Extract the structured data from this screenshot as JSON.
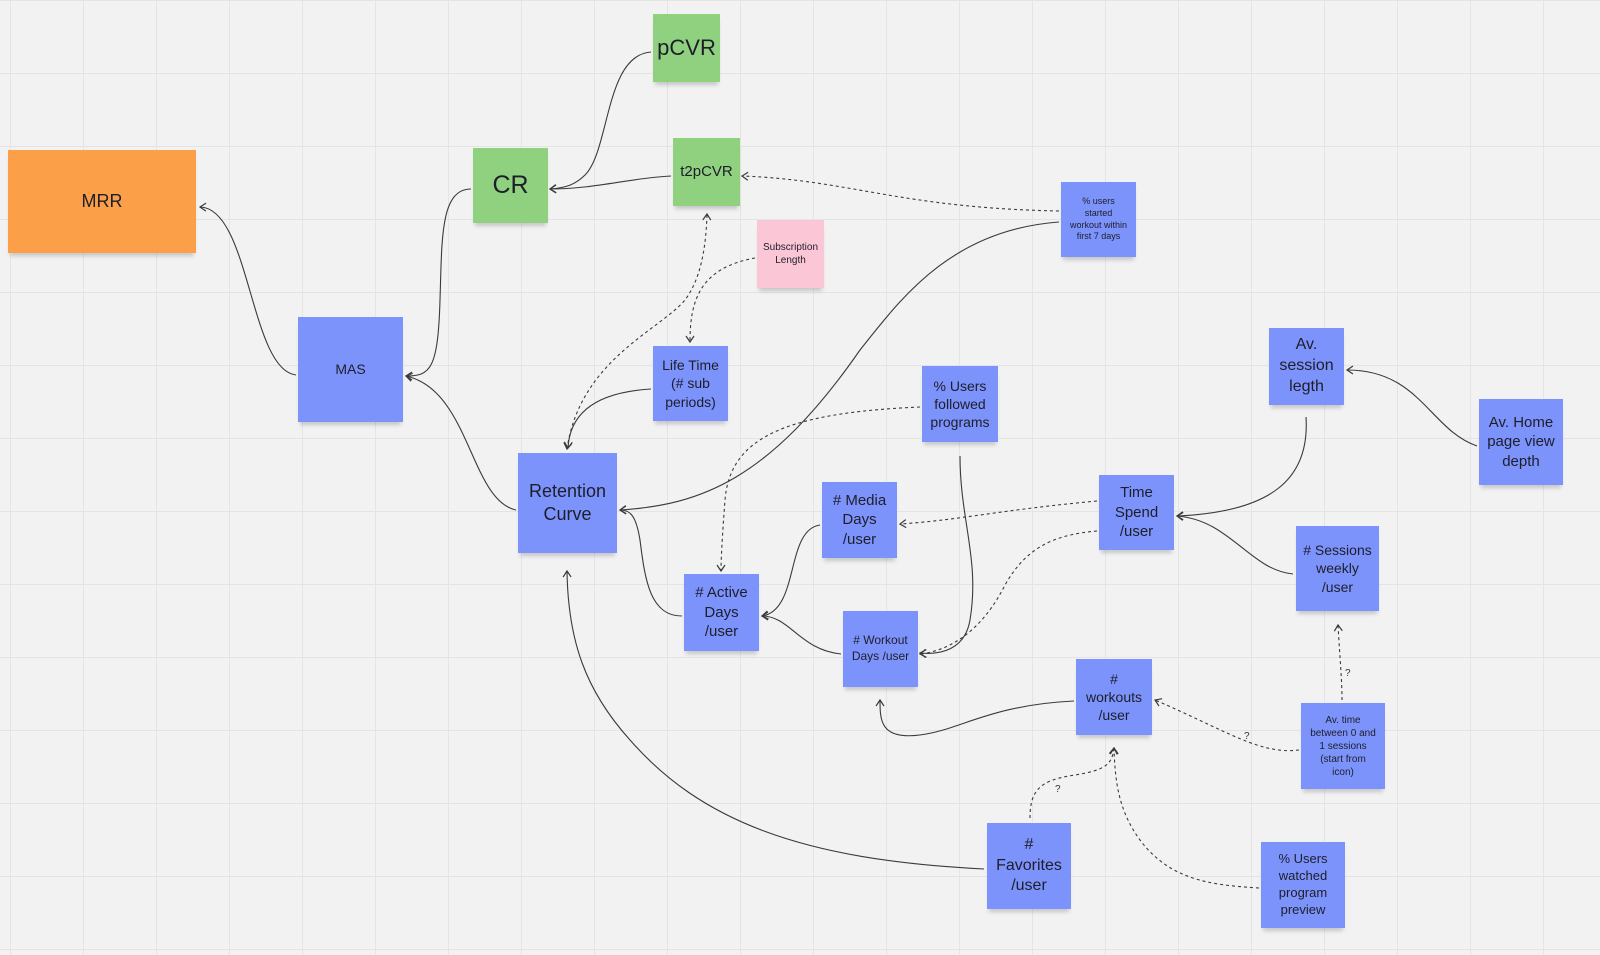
{
  "colors": {
    "orange": "#fb9f48",
    "green": "#8fd17e",
    "blue": "#7c93fb",
    "pink": "#fbc6d6",
    "line": "#3a3a3a"
  },
  "nodes": {
    "mrr": {
      "label": "MRR",
      "color": "orange"
    },
    "cr": {
      "label": "CR",
      "color": "green"
    },
    "pcvr": {
      "label": "pCVR",
      "color": "green"
    },
    "t2pcvr": {
      "label": "t2pCVR",
      "color": "green"
    },
    "subscription_length": {
      "label": "Subscription\nLength",
      "color": "pink"
    },
    "users_started_workout": {
      "label": "% users\nstarted\nworkout within\nfirst 7 days",
      "color": "blue"
    },
    "mas": {
      "label": "MAS",
      "color": "blue"
    },
    "life_time": {
      "label": "Life Time\n(# sub\nperiods)",
      "color": "blue"
    },
    "retention_curve": {
      "label": "Retention\nCurve",
      "color": "blue"
    },
    "users_followed_programs": {
      "label": "%  Users\nfollowed\nprograms",
      "color": "blue"
    },
    "av_session_length": {
      "label": "Av.\nsession\nlegth",
      "color": "blue"
    },
    "av_home_page_view_depth": {
      "label": "Av. Home\npage view\ndepth",
      "color": "blue"
    },
    "media_days": {
      "label": "# Media\nDays\n/user",
      "color": "blue"
    },
    "time_spend": {
      "label": "Time\nSpend\n/user",
      "color": "blue"
    },
    "sessions_weekly": {
      "label": "# Sessions\nweekly\n/user",
      "color": "blue"
    },
    "active_days": {
      "label": "# Active\nDays\n/user",
      "color": "blue"
    },
    "workout_days": {
      "label": "# Workout\nDays /user",
      "color": "blue"
    },
    "workouts_user": {
      "label": "#\nworkouts\n/user",
      "color": "blue"
    },
    "av_time_between_sessions": {
      "label": "Av. time\nbetween 0 and\n1 sessions\n(start from\nicon)",
      "color": "blue"
    },
    "favorites": {
      "label": "#\nFavorites\n/user",
      "color": "blue"
    },
    "users_watched_preview": {
      "label": "% Users\nwatched\nprogram\npreview",
      "color": "blue"
    }
  },
  "edges": [
    {
      "from": "mas",
      "to": "mrr",
      "style": "solid"
    },
    {
      "from": "cr",
      "to": "mas",
      "style": "solid"
    },
    {
      "from": "retention_curve",
      "to": "mas",
      "style": "solid"
    },
    {
      "from": "pcvr",
      "to": "cr",
      "style": "solid"
    },
    {
      "from": "t2pcvr",
      "to": "cr",
      "style": "solid"
    },
    {
      "from": "users_started_workout",
      "to": "t2pcvr",
      "style": "dashed"
    },
    {
      "from": "users_started_workout",
      "to": "retention_curve",
      "style": "solid"
    },
    {
      "from": "subscription_length",
      "to": "life_time",
      "style": "dashed"
    },
    {
      "from": "life_time",
      "to": "retention_curve",
      "style": "solid"
    },
    {
      "from": "retention_curve",
      "to": "t2pcvr",
      "style": "dashed",
      "bidirectional": true
    },
    {
      "from": "active_days",
      "to": "retention_curve",
      "style": "solid"
    },
    {
      "from": "favorites",
      "to": "retention_curve",
      "style": "solid"
    },
    {
      "from": "users_followed_programs",
      "to": "active_days",
      "style": "dashed"
    },
    {
      "from": "users_followed_programs",
      "to": "workout_days",
      "style": "solid"
    },
    {
      "from": "media_days",
      "to": "active_days",
      "style": "solid"
    },
    {
      "from": "workout_days",
      "to": "active_days",
      "style": "solid"
    },
    {
      "from": "time_spend",
      "to": "media_days",
      "style": "dashed"
    },
    {
      "from": "time_spend",
      "to": "workout_days",
      "style": "dashed"
    },
    {
      "from": "av_session_length",
      "to": "time_spend",
      "style": "solid"
    },
    {
      "from": "sessions_weekly",
      "to": "time_spend",
      "style": "solid"
    },
    {
      "from": "av_home_page_view_depth",
      "to": "av_session_length",
      "style": "solid"
    },
    {
      "from": "workouts_user",
      "to": "workout_days",
      "style": "solid"
    },
    {
      "from": "av_time_between_sessions",
      "to": "workouts_user",
      "style": "dashed",
      "label": "?"
    },
    {
      "from": "av_time_between_sessions",
      "to": "sessions_weekly",
      "style": "dashed",
      "label": "?"
    },
    {
      "from": "favorites",
      "to": "workouts_user",
      "style": "dashed",
      "label": "?"
    },
    {
      "from": "users_watched_preview",
      "to": "workouts_user",
      "style": "dashed"
    }
  ]
}
